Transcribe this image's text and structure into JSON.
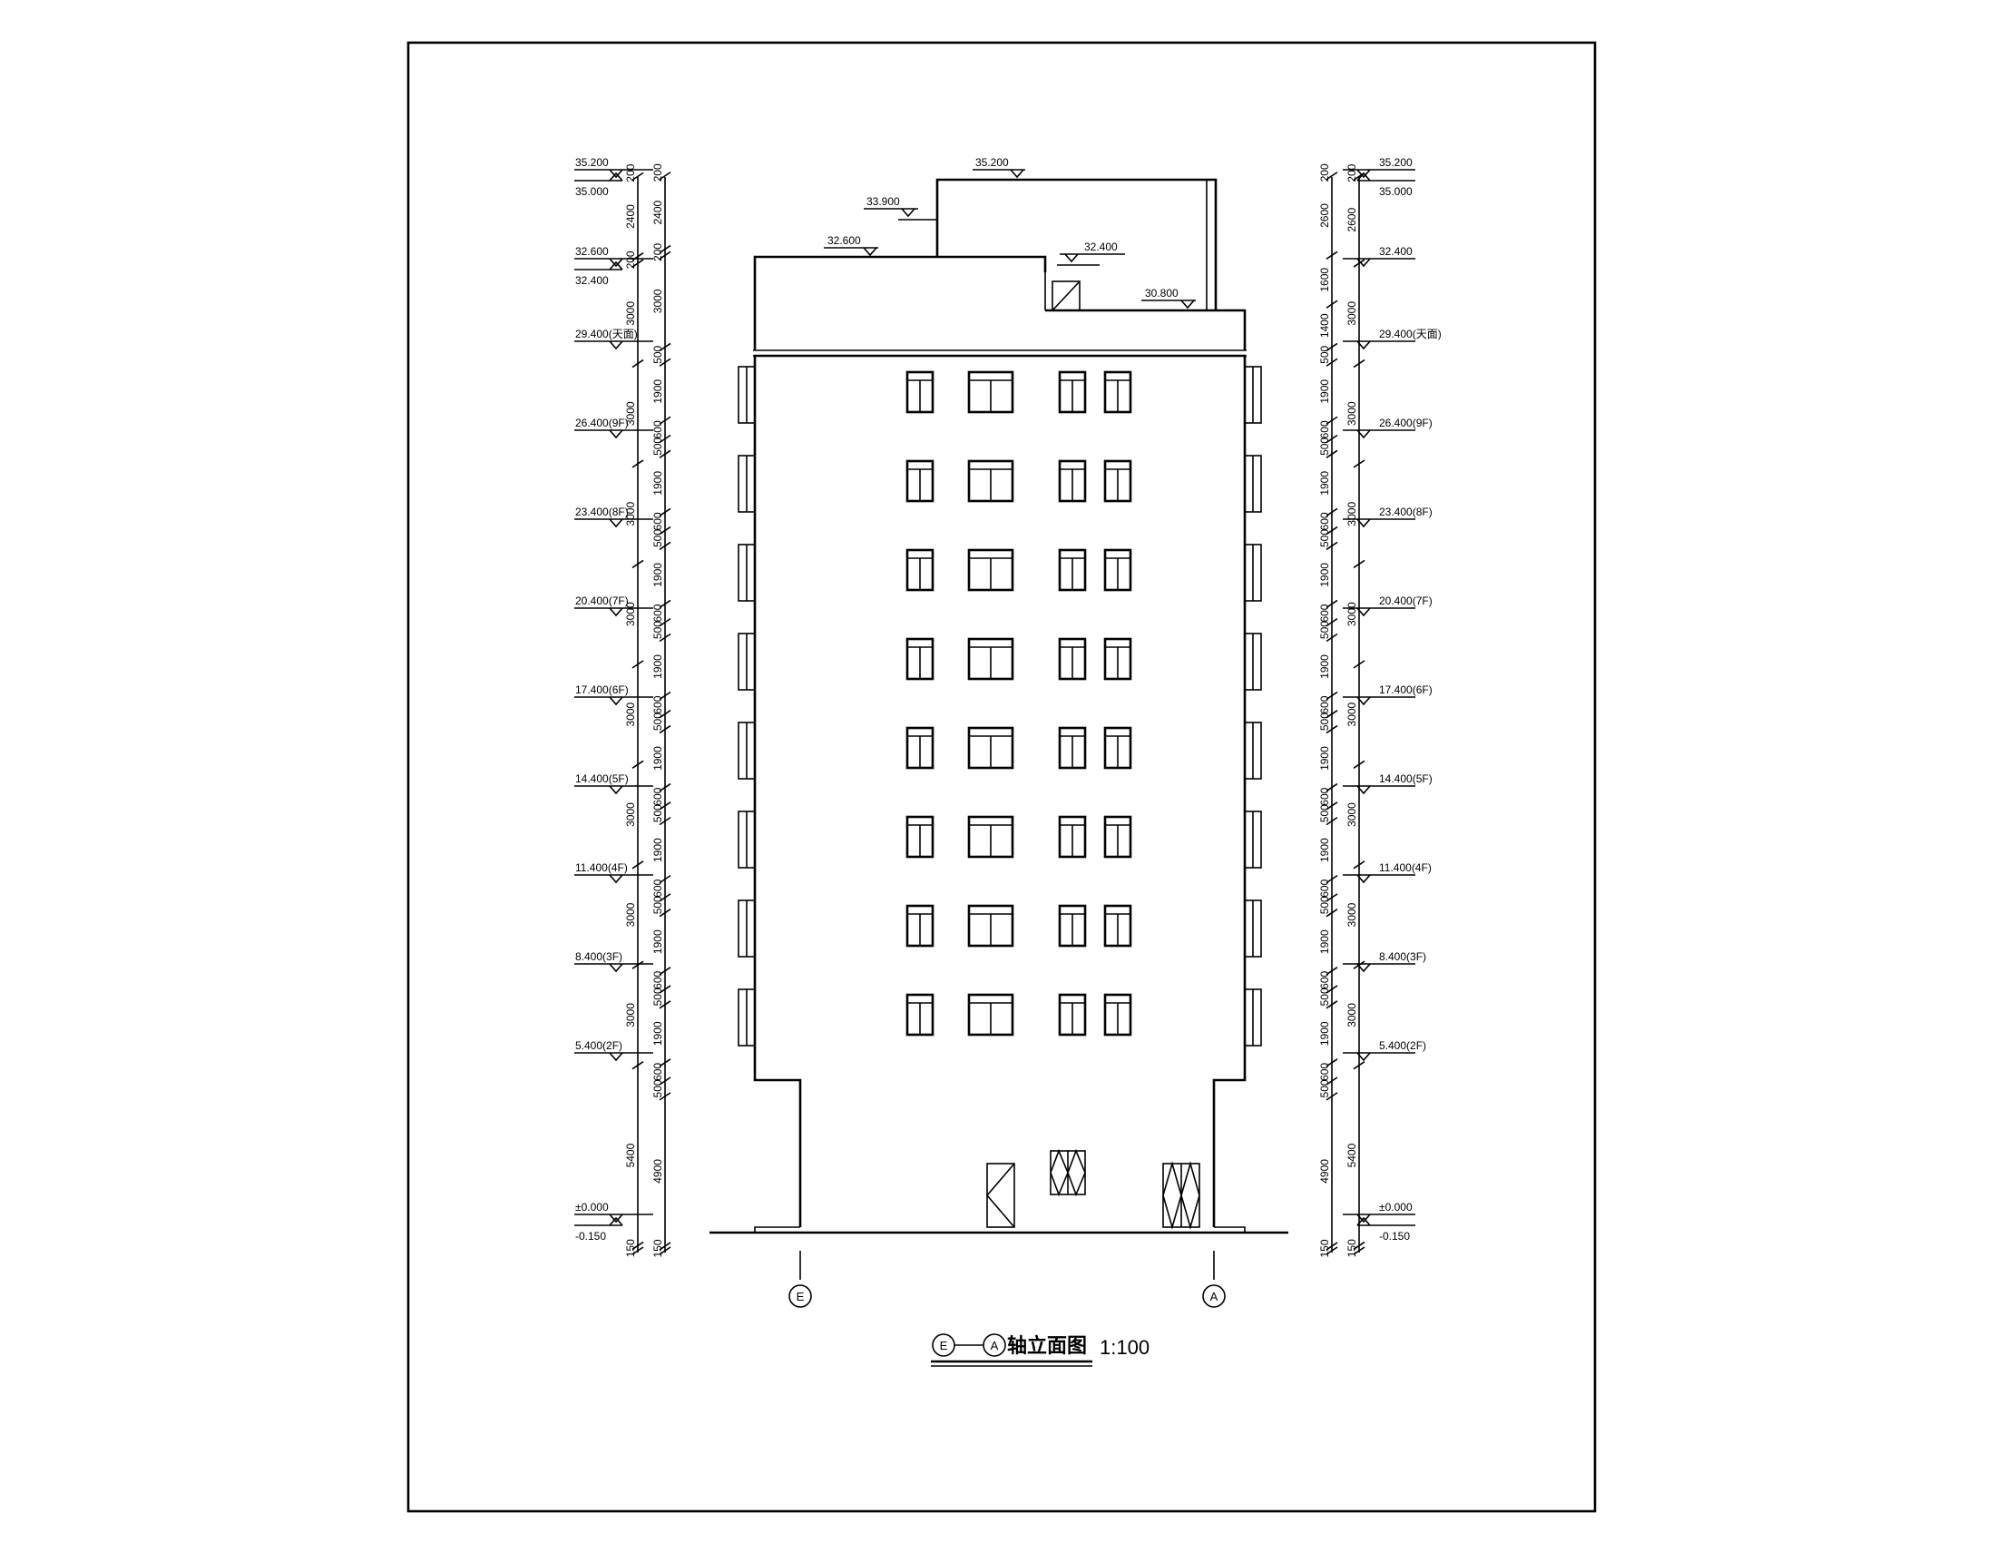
{
  "drawing": {
    "title_axis_start": "E",
    "title_axis_end": "A",
    "title_text": "轴立面图",
    "scale": "1:100"
  },
  "axes": [
    {
      "id": "axis-e",
      "label": "E"
    },
    {
      "id": "axis-a",
      "label": "A"
    }
  ],
  "roof_labels": {
    "top": "35.200",
    "parapet_left": "33.900",
    "roof_left": "32.600",
    "roof_right": "32.400",
    "roof_low": "30.800"
  },
  "left_levels": [
    {
      "label": "35.200",
      "below": "35.000"
    },
    {
      "label": "32.600",
      "below": "32.400"
    },
    {
      "label": "29.400(天面)"
    },
    {
      "label": "26.400(9F)"
    },
    {
      "label": "23.400(8F)"
    },
    {
      "label": "20.400(7F)"
    },
    {
      "label": "17.400(6F)"
    },
    {
      "label": "14.400(5F)"
    },
    {
      "label": "11.400(4F)"
    },
    {
      "label": "8.400(3F)"
    },
    {
      "label": "5.400(2F)"
    },
    {
      "label": "±0.000",
      "below": "-0.150"
    }
  ],
  "right_levels": [
    {
      "label": "35.200",
      "below": "35.000"
    },
    {
      "label": "32.400"
    },
    {
      "label": "29.400(天面)"
    },
    {
      "label": "26.400(9F)"
    },
    {
      "label": "23.400(8F)"
    },
    {
      "label": "20.400(7F)"
    },
    {
      "label": "17.400(6F)"
    },
    {
      "label": "14.400(5F)"
    },
    {
      "label": "11.400(4F)"
    },
    {
      "label": "8.400(3F)"
    },
    {
      "label": "5.400(2F)"
    },
    {
      "label": "±0.000",
      "below": "-0.150"
    }
  ],
  "left_dims_outer": [
    "200",
    "2400",
    "200",
    "3000",
    "3000",
    "3000",
    "3000",
    "3000",
    "3000",
    "3000",
    "3000",
    "5400",
    "150"
  ],
  "left_dims_inner": [
    "200",
    "2400",
    "200",
    "3000",
    "500",
    "1900",
    "600",
    "500",
    "1900",
    "600",
    "500",
    "1900",
    "600",
    "500",
    "1900",
    "600",
    "500",
    "1900",
    "600",
    "500",
    "1900",
    "600",
    "500",
    "1900",
    "600",
    "500",
    "1900",
    "600",
    "500",
    "4900",
    "150"
  ],
  "right_dims_outer": [
    "200",
    "2600",
    "3000",
    "3000",
    "3000",
    "3000",
    "3000",
    "3000",
    "3000",
    "3000",
    "5400",
    "150"
  ],
  "right_dims_inner": [
    "200",
    "2600",
    "1600",
    "1400",
    "500",
    "1900",
    "600",
    "500",
    "1900",
    "600",
    "500",
    "1900",
    "600",
    "500",
    "1900",
    "600",
    "500",
    "1900",
    "600",
    "500",
    "1900",
    "600",
    "500",
    "1900",
    "600",
    "500",
    "1900",
    "600",
    "500",
    "4900",
    "150"
  ]
}
